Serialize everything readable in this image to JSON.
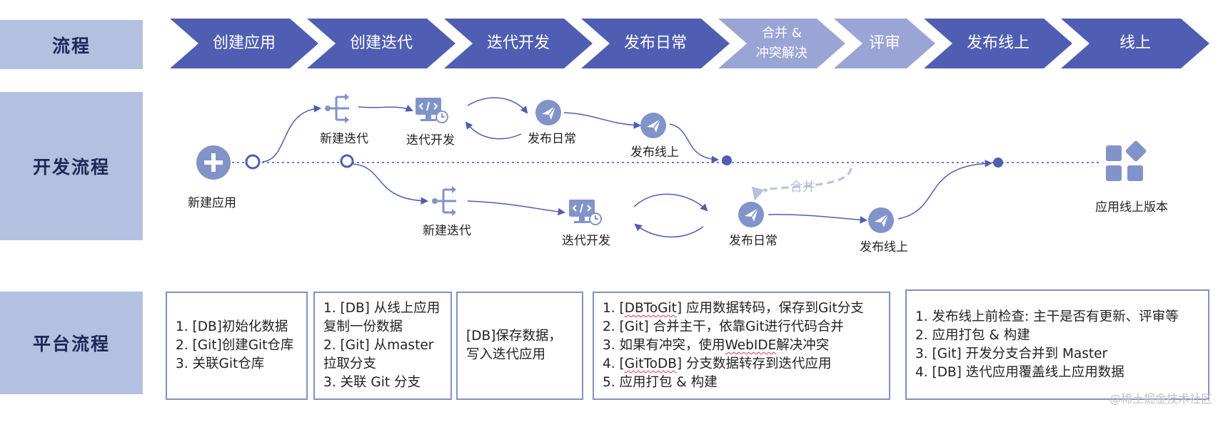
{
  "row_labels": {
    "process": "流程",
    "dev_process": "开发流程",
    "platform_process": "平台流程"
  },
  "stages": [
    {
      "label": "创建应用",
      "color": "#4f5eb3"
    },
    {
      "label": "创建迭代",
      "color": "#4f5eb3"
    },
    {
      "label": "迭代开发",
      "color": "#4f5eb3"
    },
    {
      "label": "发布日常",
      "color": "#4f5eb3"
    },
    {
      "label": "合并 &\n冲突解决",
      "color": "#9aa5d5"
    },
    {
      "label": "评审",
      "color": "#9aa5d5"
    },
    {
      "label": "发布线上",
      "color": "#4f5eb3"
    },
    {
      "label": "线上",
      "color": "#4f5eb3"
    }
  ],
  "flow_nodes": {
    "new_app": "新建应用",
    "top_iter_new": "新建迭代",
    "top_iter_dev": "迭代开发",
    "top_daily": "发布日常",
    "top_online": "发布线上",
    "bot_iter_new": "新建迭代",
    "bot_iter_dev": "迭代开发",
    "bot_daily": "发布日常",
    "bot_online": "发布线上",
    "app_online_version": "应用线上版本",
    "merge": "合并"
  },
  "colors": {
    "accent": "#4f5eb3",
    "accent_light": "#9aa5d5",
    "icon": "#8193c9",
    "merge": "#b5c1de",
    "label_bg": "#b3c0e0"
  },
  "boxes": [
    {
      "lines": [
        "1. [DB]初始化数据",
        "2. [Git]创建Git仓库",
        "3. 关联Git仓库"
      ]
    },
    {
      "lines": [
        "1. [DB] 从线上应用复制一份数据",
        "2. [Git] 从master拉取分支",
        "3. 关联 Git 分支"
      ]
    },
    {
      "lines": [
        "[DB]保存数据，写入迭代应用"
      ]
    },
    {
      "lines": [
        "1. [DBToGit] 应用数据转码，保存到Git分支",
        "2. [Git] 合并主干，依靠Git进行代码合并",
        "3. 如果有冲突，使用WebIDE解决冲突",
        "4. [GitToDB] 分支数据转存到迭代应用",
        "5. 应用打包 & 构建"
      ]
    },
    {
      "lines": [
        "1. 发布线上前检查: 主干是否有更新、评审等",
        "2. 应用打包 & 构建",
        "3. [Git] 开发分支合并到 Master",
        "4. [DB] 迭代应用覆盖线上应用数据"
      ]
    }
  ],
  "watermark": "@稀土掘金技术社区"
}
